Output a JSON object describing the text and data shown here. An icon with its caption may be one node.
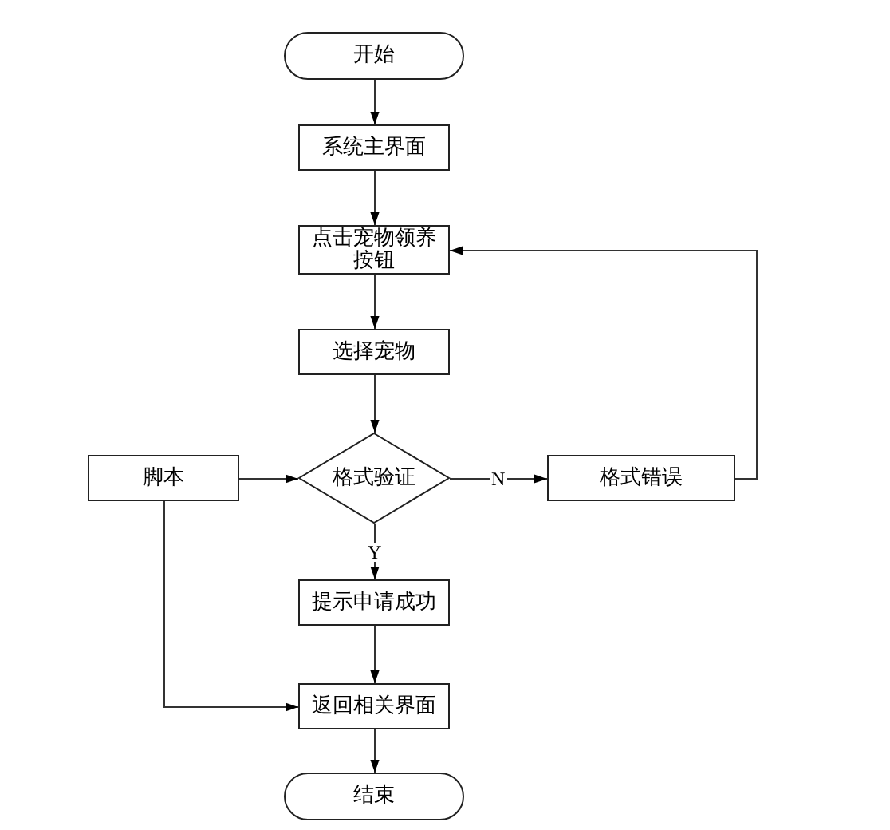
{
  "diagram": {
    "nodes": [
      {
        "text": [
          "开始"
        ]
      },
      {
        "text": [
          "系统主界面"
        ]
      },
      {
        "text": [
          "点击宠物领养按钮"
        ]
      },
      {
        "text": [
          "选择宠物"
        ]
      },
      {
        "text": [
          "脚本"
        ]
      },
      {
        "text": [
          "格式验证"
        ]
      },
      {
        "text": [
          "格式错误"
        ]
      },
      {
        "text": [
          "提示申请成功"
        ]
      },
      {
        "text": [
          "返回相关界面"
        ]
      },
      {
        "text": [
          "结束"
        ]
      }
    ],
    "edges": [
      {
        "from": 0,
        "to": 1,
        "arrow": "to"
      },
      {
        "from": 1,
        "to": 2,
        "arrow": "to"
      },
      {
        "from": 2,
        "to": 3,
        "arrow": "to"
      },
      {
        "from": 3,
        "to": 5,
        "arrow": "to"
      },
      {
        "from": 4,
        "to": 5,
        "arrow": "to"
      },
      {
        "from": 5,
        "to": 6,
        "arrow": "to",
        "label": "N"
      },
      {
        "from": 6,
        "to": 2,
        "arrow": "to"
      },
      {
        "from": 5,
        "to": 7,
        "arrow": "to",
        "label": "Y"
      },
      {
        "from": 7,
        "to": 8,
        "arrow": "to"
      },
      {
        "from": 4,
        "to": 8,
        "arrow": "to"
      },
      {
        "from": 8,
        "to": 9,
        "arrow": "to"
      }
    ]
  }
}
